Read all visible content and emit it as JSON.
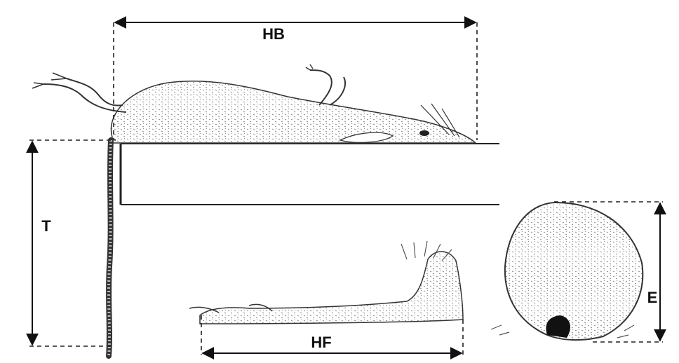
{
  "labels": {
    "head_body": "HB",
    "tail": "T",
    "hind_foot": "HF",
    "ear": "E"
  }
}
